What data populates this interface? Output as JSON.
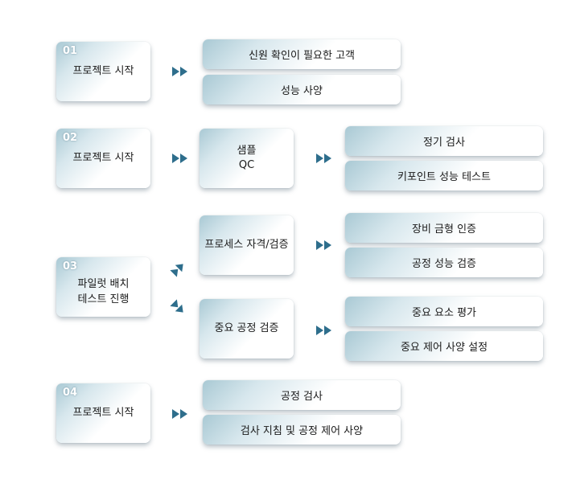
{
  "steps": [
    {
      "num": "01",
      "label": "프로젝트 시작"
    },
    {
      "num": "02",
      "label": "프로젝트 시작"
    },
    {
      "num": "03",
      "label_line1": "파일럿 배치",
      "label_line2": "테스트 진행"
    },
    {
      "num": "04",
      "label": "프로젝트 시작"
    }
  ],
  "row1": {
    "items": [
      "신원 확인이 필요한 고객",
      "성능 사양"
    ]
  },
  "row2": {
    "mid_line1": "샘플",
    "mid_line2": "QC",
    "items": [
      "정기 검사",
      "키포인트 성능 테스트"
    ]
  },
  "row3": {
    "upper": {
      "mid": "프로세스 자격/검증",
      "items": [
        "장비 금형 인증",
        "공정 성능 검증"
      ]
    },
    "lower": {
      "mid": "중요 공정 검증",
      "items": [
        "중요 요소 평가",
        "중요 제어 사양 설정"
      ]
    }
  },
  "row4": {
    "items": [
      "공정 검사",
      "검사 지침 및 공정 제어 사양"
    ]
  },
  "colors": {
    "arrow": "#2e6e8c",
    "gradient_start": "#a9c9d4",
    "number_text": "#ffffff"
  }
}
